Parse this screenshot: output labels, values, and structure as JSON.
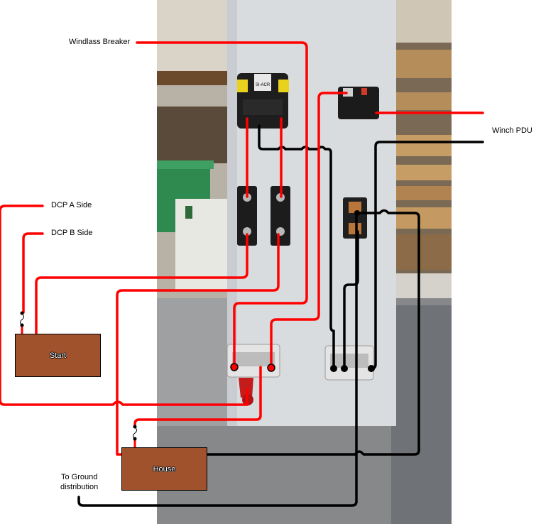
{
  "labels": {
    "windlass_breaker": "Windlass Breaker",
    "dcp_a_side": "DCP A Side",
    "dcp_b_side": "DCP B Side",
    "winch_pdu": "Winch PDU",
    "to_ground_line1": "To Ground",
    "to_ground_line2": "distribution"
  },
  "batteries": {
    "start": "Start",
    "house": "House"
  },
  "device_text": {
    "acr_label": "SI-ACR"
  },
  "colors": {
    "positive_wire": "#ff0000",
    "negative_wire": "#000000",
    "battery_fill": "#a0522d",
    "panel": "#d9dcdf"
  }
}
